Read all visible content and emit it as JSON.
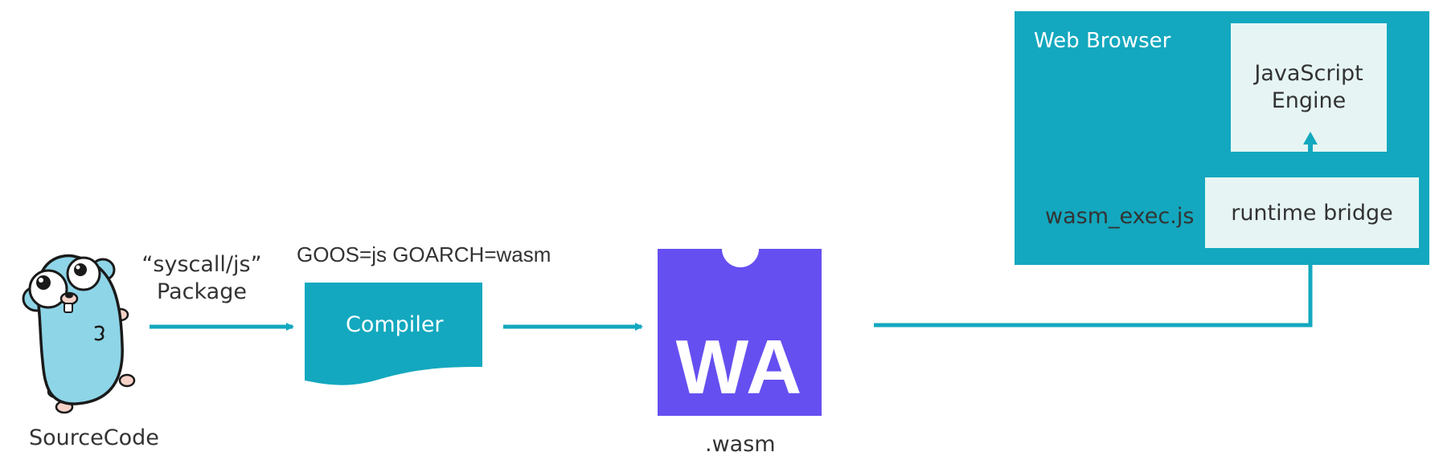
{
  "diagram": {
    "source_label": "SourceCode",
    "package_label": "“syscall/js”\nPackage",
    "build_flags": "GOOS=js GOARCH=wasm",
    "compiler_label": "Compiler",
    "wasm_logo_text": "WA",
    "wasm_label": ".wasm",
    "browser_label": "Web Browser",
    "js_engine_label": "JavaScript\nEngine",
    "bridge_label": "runtime bridge",
    "wasm_exec_label": "wasm_exec.js"
  },
  "colors": {
    "teal": "#13a8bf",
    "light_teal": "#e6f5f4",
    "wasm_purple": "#654ff0",
    "gopher_blue": "#8ed5e8",
    "text": "#333333"
  }
}
